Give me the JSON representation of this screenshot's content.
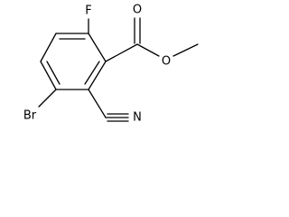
{
  "molecule": {
    "atoms": {
      "fluorine": "F",
      "carbonyl_oxygen": "O",
      "ester_oxygen": "O",
      "bromine": "Br",
      "nitrile_nitrogen": "N"
    },
    "colors": {
      "ink": "#000000",
      "background": "#ffffff"
    }
  }
}
